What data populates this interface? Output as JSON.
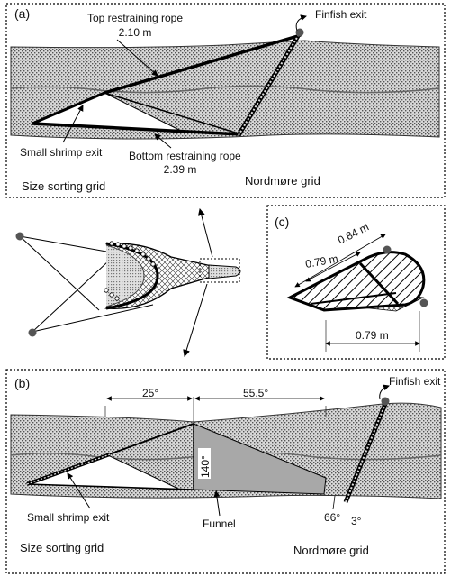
{
  "panel_a": {
    "label": "(a)",
    "top_rope_label": "Top restraining rope",
    "top_rope_length": "2.10 m",
    "finfish_exit": "Finfish exit",
    "small_shrimp_exit": "Small shrimp exit",
    "bottom_rope_label": "Bottom restraining rope",
    "bottom_rope_length": "2.39 m",
    "size_sorting_grid": "Size sorting grid",
    "nordmore_grid": "Nordmøre grid"
  },
  "panel_c": {
    "label": "(c)",
    "dim_top": "0.84 m",
    "dim_mid": "0.79 m",
    "dim_bottom": "0.79 m"
  },
  "panel_b": {
    "label": "(b)",
    "dim_left": "25°",
    "dim_right": "55.5°",
    "funnel_height": "140°",
    "finfish_exit": "Finfish exit",
    "small_shrimp_exit": "Small shrimp exit",
    "funnel": "Funnel",
    "angle_66": "66°",
    "angle_3": "3°",
    "size_sorting_grid": "Size sorting grid",
    "nordmore_grid": "Nordmøre grid"
  },
  "colors": {
    "stipple": "#9a9a9a",
    "water": "#cfcfcf",
    "funnel": "#a8a8a8",
    "float": "#555555"
  }
}
